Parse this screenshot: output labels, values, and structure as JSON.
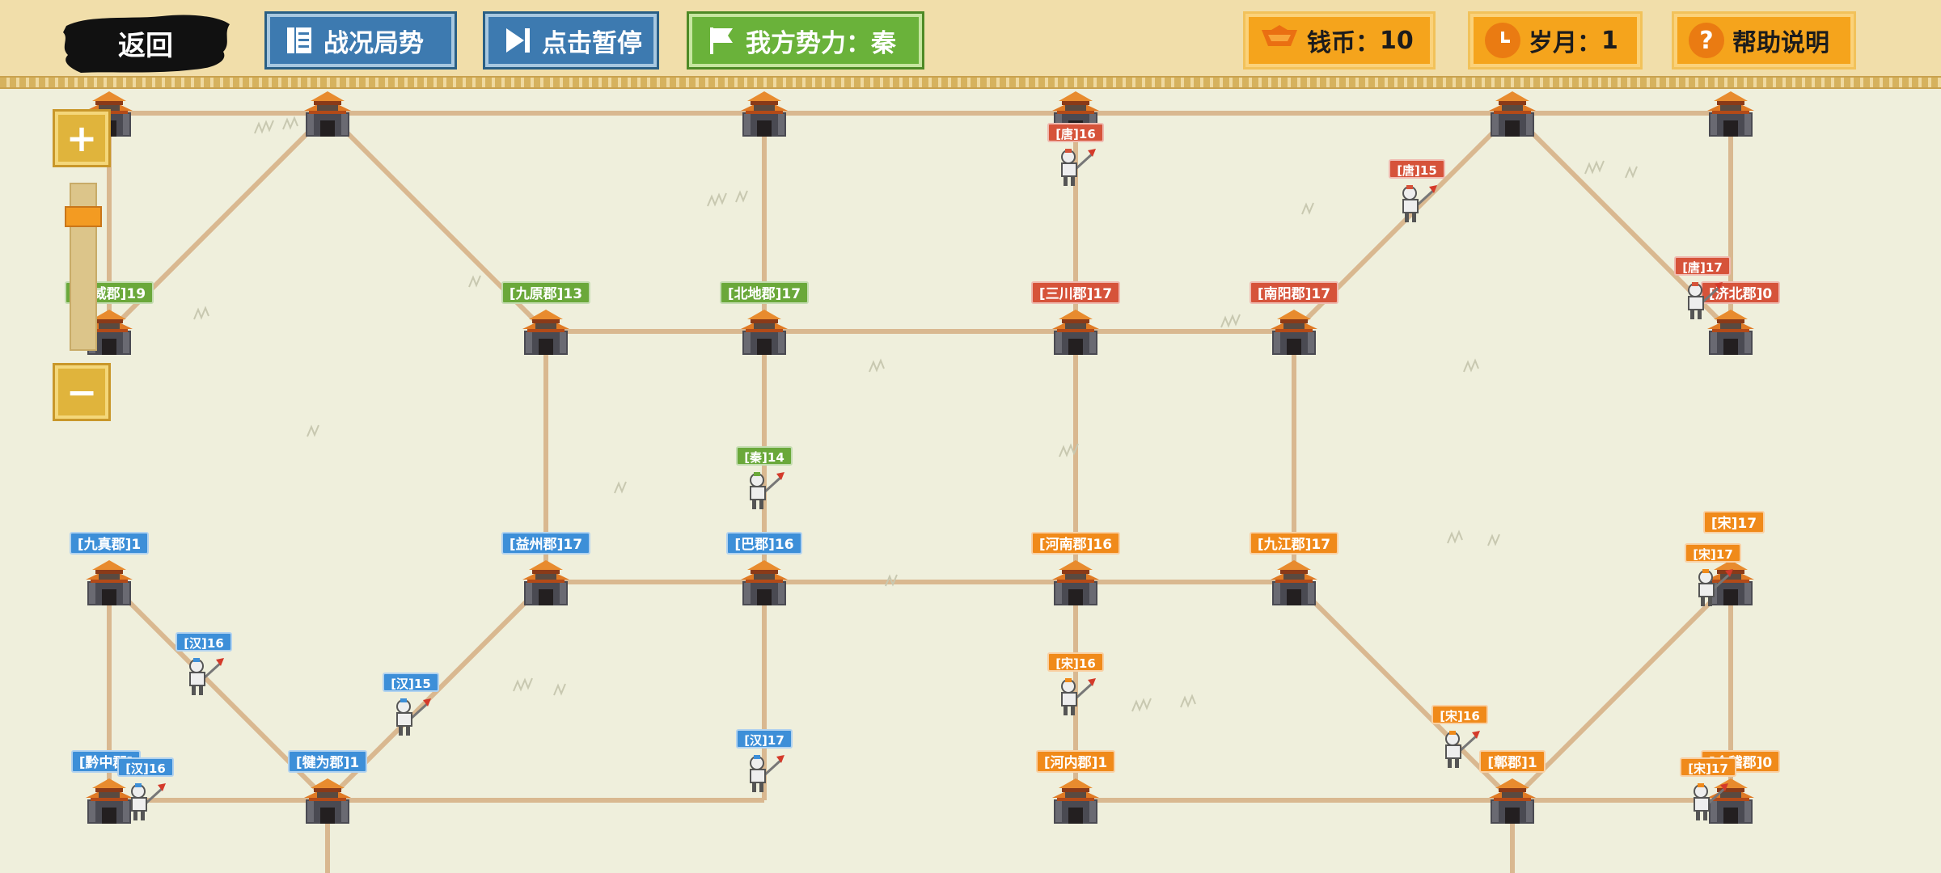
{
  "topbar": {
    "back_label": "返回",
    "war_status_label": "战况局势",
    "pause_label": "点击暂停",
    "faction_label": "我方势力：秦",
    "coins_label": "钱币：",
    "coins_value": "10",
    "months_label": "岁月：",
    "months_value": "1",
    "help_label": "帮助说明"
  },
  "zoom": {
    "plus": "+",
    "minus": "−",
    "level": 0.35
  },
  "faction_colors": {
    "green": "#6aa83a",
    "red": "#d6533a",
    "blue": "#3d8fd8",
    "orange": "#f08a1a"
  },
  "cities": [
    {
      "id": "c1",
      "label": "[武威郡]19",
      "faction": "green"
    },
    {
      "id": "c2",
      "label": "[九原郡]13",
      "faction": "green"
    },
    {
      "id": "c3",
      "label": "[北地郡]17",
      "faction": "green"
    },
    {
      "id": "c4",
      "label": "[三川郡]17",
      "faction": "red"
    },
    {
      "id": "c5",
      "label": "[南阳郡]17",
      "faction": "red"
    },
    {
      "id": "c6",
      "label": "[济北郡]0",
      "faction": "red"
    },
    {
      "id": "c7",
      "label": "[九真郡]1",
      "faction": "blue"
    },
    {
      "id": "c8",
      "label": "[益州郡]17",
      "faction": "blue"
    },
    {
      "id": "c9",
      "label": "[巴郡]16",
      "faction": "blue"
    },
    {
      "id": "c10",
      "label": "[河南郡]16",
      "faction": "orange"
    },
    {
      "id": "c11",
      "label": "[九江郡]17",
      "faction": "orange"
    },
    {
      "id": "c12",
      "label": "[黔中郡]",
      "faction": "blue"
    },
    {
      "id": "c13",
      "label": "[犍为郡]1",
      "faction": "blue"
    },
    {
      "id": "c14",
      "label": "[河内郡]1",
      "faction": "orange"
    },
    {
      "id": "c15",
      "label": "[鄣郡]1",
      "faction": "orange"
    },
    {
      "id": "c16",
      "label": "[宋]17",
      "faction": "orange"
    },
    {
      "id": "c17",
      "label": "[会稽郡]0",
      "faction": "orange"
    }
  ],
  "armies": [
    {
      "id": "a1",
      "label": "[唐]16",
      "faction": "red"
    },
    {
      "id": "a2",
      "label": "[唐]15",
      "faction": "red"
    },
    {
      "id": "a3",
      "label": "[唐]17",
      "faction": "red"
    },
    {
      "id": "a4",
      "label": "[秦]14",
      "faction": "green"
    },
    {
      "id": "a5",
      "label": "[汉]16",
      "faction": "blue"
    },
    {
      "id": "a6",
      "label": "[汉]15",
      "faction": "blue"
    },
    {
      "id": "a7",
      "label": "[汉]16",
      "faction": "blue"
    },
    {
      "id": "a8",
      "label": "[汉]17",
      "faction": "blue"
    },
    {
      "id": "a9",
      "label": "[宋]16",
      "faction": "orange"
    },
    {
      "id": "a10",
      "label": "[宋]16",
      "faction": "orange"
    },
    {
      "id": "a11",
      "label": "[宋]17",
      "faction": "orange"
    },
    {
      "id": "a12",
      "label": "[宋]17",
      "faction": "orange"
    }
  ]
}
